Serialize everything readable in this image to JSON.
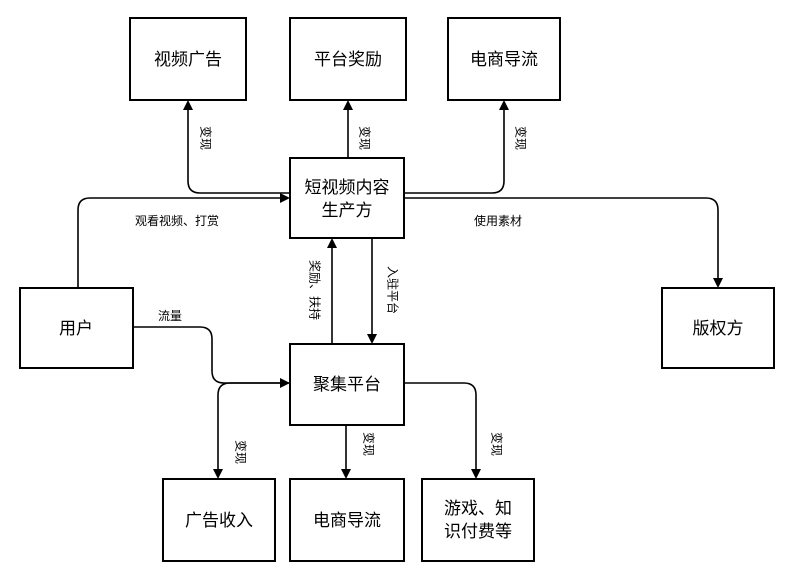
{
  "nodes": {
    "video_ad": "视频广告",
    "platform_reward": "平台奖励",
    "ecommerce_top": "电商导流",
    "producer_line1": "短视频内容",
    "producer_line2": "生产方",
    "user": "用户",
    "copyright": "版权方",
    "aggregator": "聚集平台",
    "ad_income": "广告收入",
    "ecommerce_bottom": "电商导流",
    "games_line1": "游戏、知",
    "games_line2": "识付费等"
  },
  "edges": {
    "monetize": "变现",
    "watch_tip": "观看视频、打赏",
    "use_material": "使用素材",
    "reward_support": "奖励、扶持",
    "join_platform": "入驻平台",
    "traffic": "流量"
  }
}
